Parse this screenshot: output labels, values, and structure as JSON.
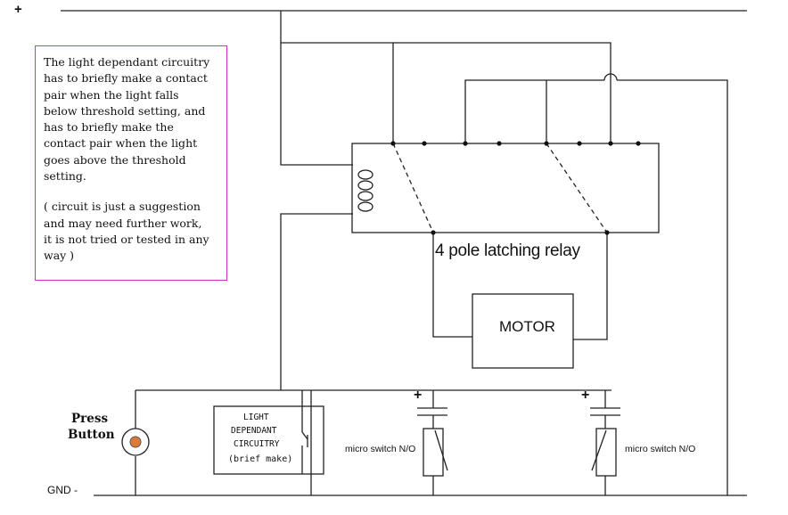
{
  "top_rail": {
    "symbol": "+"
  },
  "note": {
    "paragraph1": [
      "The light dependant circuitry",
      "has to briefly make a contact",
      "pair when the light falls",
      "below threshold setting, and",
      "has to briefly make the",
      "contact pair when the light",
      "goes above the threshold",
      "setting."
    ],
    "paragraph2": [
      "( circuit is just a suggestion",
      "and may need further work,",
      "it is not tried or tested in any",
      "way )"
    ]
  },
  "relay": {
    "label": "4 pole latching relay"
  },
  "motor": {
    "label": "MOTOR"
  },
  "press_button": {
    "line1": "Press",
    "line2": "Button"
  },
  "ldc": {
    "line1": "LIGHT",
    "line2": "DEPENDANT",
    "line3": "CIRCUITRY",
    "line4": "(brief  make)"
  },
  "micro_switch_left": {
    "label": "micro switch N/O",
    "polarity": "+"
  },
  "micro_switch_right": {
    "label": "micro switch N/O",
    "polarity": "+"
  },
  "gnd": {
    "label": "GND -"
  },
  "colors": {
    "wire": "#222222",
    "note_border": "#cc33cc",
    "button_fill": "#e07a3a"
  }
}
